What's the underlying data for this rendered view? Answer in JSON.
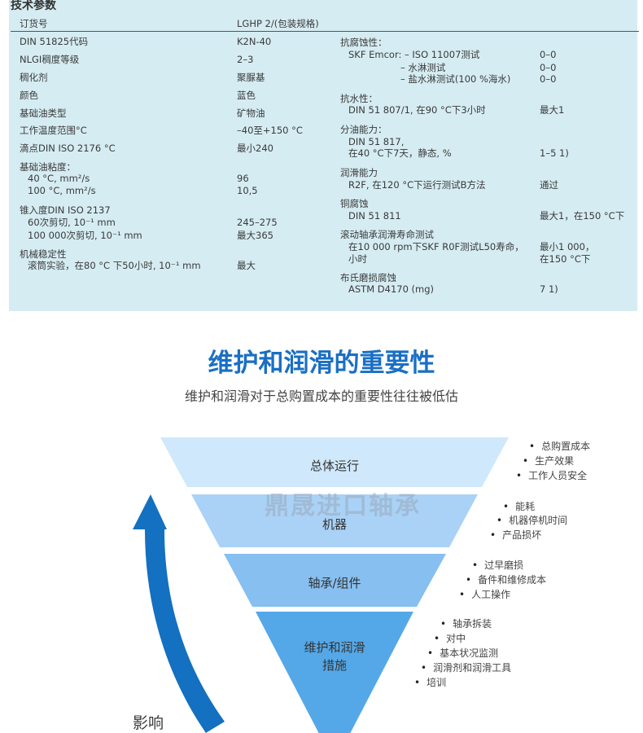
{
  "specs": {
    "title": "技术参数",
    "header": {
      "label": "订货号",
      "value": "LGHP 2/(包装规格)"
    },
    "left_rows": [
      {
        "label": "DIN 51825代码",
        "value": "K2N-40"
      },
      {
        "label": "NLGI稠度等级",
        "value": "2–3"
      },
      {
        "label": "稠化剂",
        "value": "聚脲基"
      },
      {
        "label": "颜色",
        "value": "蓝色"
      },
      {
        "label": "基础油类型",
        "value": "矿物油"
      },
      {
        "label": "工作温度范围°C",
        "value": "–40至+150 °C"
      },
      {
        "label": "滴点DIN ISO 2176 °C",
        "value": "最小240"
      },
      {
        "label": "基础油粘度：",
        "value": ""
      },
      {
        "label": "40 °C, mm²/s",
        "value": "96"
      },
      {
        "label": "100 °C, mm²/s",
        "value": "10,5"
      },
      {
        "label": "锥入度DIN ISO 2137",
        "value": ""
      },
      {
        "label": "60次剪切, 10⁻¹ mm",
        "value": "245–275"
      },
      {
        "label": "100 000次剪切, 10⁻¹ mm",
        "value": "最大365"
      },
      {
        "label": "机械稳定性",
        "value": ""
      },
      {
        "label": "滚筒实验，在80 °C 下50小时, 10⁻¹ mm",
        "value": "最大"
      }
    ],
    "right_rows": [
      {
        "label": "抗腐蚀性：",
        "value": ""
      },
      {
        "label": "SKF Emcor: – ISO 11007测试",
        "value": "0–0"
      },
      {
        "label": "– 水淋测试",
        "value": "0–0"
      },
      {
        "label": "– 盐水淋测试(100 %海水)",
        "value": "0–0"
      },
      {
        "label": "抗水性：",
        "value": ""
      },
      {
        "label": "DIN 51 807/1, 在90 °C下3小时",
        "value": "最大1"
      },
      {
        "label": "分油能力：",
        "value": ""
      },
      {
        "label": "DIN 51 817,",
        "value": ""
      },
      {
        "label": "在40 °C下7天，静态, %",
        "value": "1–5 1)"
      },
      {
        "label": "润滑能力",
        "value": ""
      },
      {
        "label": "R2F, 在120 °C下运行测试B方法",
        "value": "通过"
      },
      {
        "label": "铜腐蚀",
        "value": ""
      },
      {
        "label": "DIN 51 811",
        "value": "最大1，在150 °C下"
      },
      {
        "label": "滚动轴承润滑寿命测试",
        "value": ""
      },
      {
        "label": "在10 000 rpm下SKF R0F测试L50寿命，",
        "value": "最小1 000，"
      },
      {
        "label": "小时",
        "value": "在150 °C下"
      },
      {
        "label": "布氏磨损腐蚀",
        "value": ""
      },
      {
        "label": "ASTM D4170 (mg)",
        "value": "7 1)"
      }
    ]
  },
  "section": {
    "title": "维护和润滑的重要性",
    "subtitle": "维护和润滑对于总购置成本的重要性往往被低估"
  },
  "funnel": {
    "levels": [
      {
        "label": "总体运行",
        "bullets": [
          "总购置成本",
          "生产效果",
          "工作人员安全"
        ],
        "color": "#cfe8fb"
      },
      {
        "label": "机器",
        "bullets": [
          "能耗",
          "机器停机时间",
          "产品损坏"
        ],
        "color": "#a9d2f6"
      },
      {
        "label": "轴承/组件",
        "bullets": [
          "过早磨损",
          "备件和维修成本",
          "人工操作"
        ],
        "color": "#86bff0"
      },
      {
        "label": "维护和润滑措施",
        "label_lines": [
          "维护和润滑",
          "措施"
        ],
        "bullets": [
          "轴承拆装",
          "对中",
          "基本状况监测",
          "润滑剂和润滑工具",
          "培训"
        ],
        "color": "#55a8e8"
      }
    ],
    "arrow_label": "影响",
    "arrow_color": "#1470c0",
    "watermark": "鼎晟进口轴承"
  }
}
